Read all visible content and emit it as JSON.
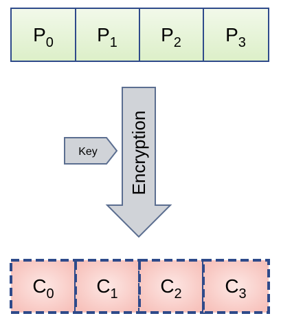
{
  "plaintext_blocks": [
    {
      "letter": "P",
      "index": "0"
    },
    {
      "letter": "P",
      "index": "1"
    },
    {
      "letter": "P",
      "index": "2"
    },
    {
      "letter": "P",
      "index": "3"
    }
  ],
  "ciphertext_blocks": [
    {
      "letter": "C",
      "index": "0"
    },
    {
      "letter": "C",
      "index": "1"
    },
    {
      "letter": "C",
      "index": "2"
    },
    {
      "letter": "C",
      "index": "3"
    }
  ],
  "key_label": "Key",
  "encryption_label": "Encryption",
  "colors": {
    "plaintext_fill": "#e6f4d8",
    "plaintext_border": "#2e4a8a",
    "ciphertext_fill": "#fbd3cf",
    "ciphertext_border": "#2e4a8a",
    "arrow_fill": "#d0d3d8",
    "arrow_border": "#5b6e90"
  }
}
